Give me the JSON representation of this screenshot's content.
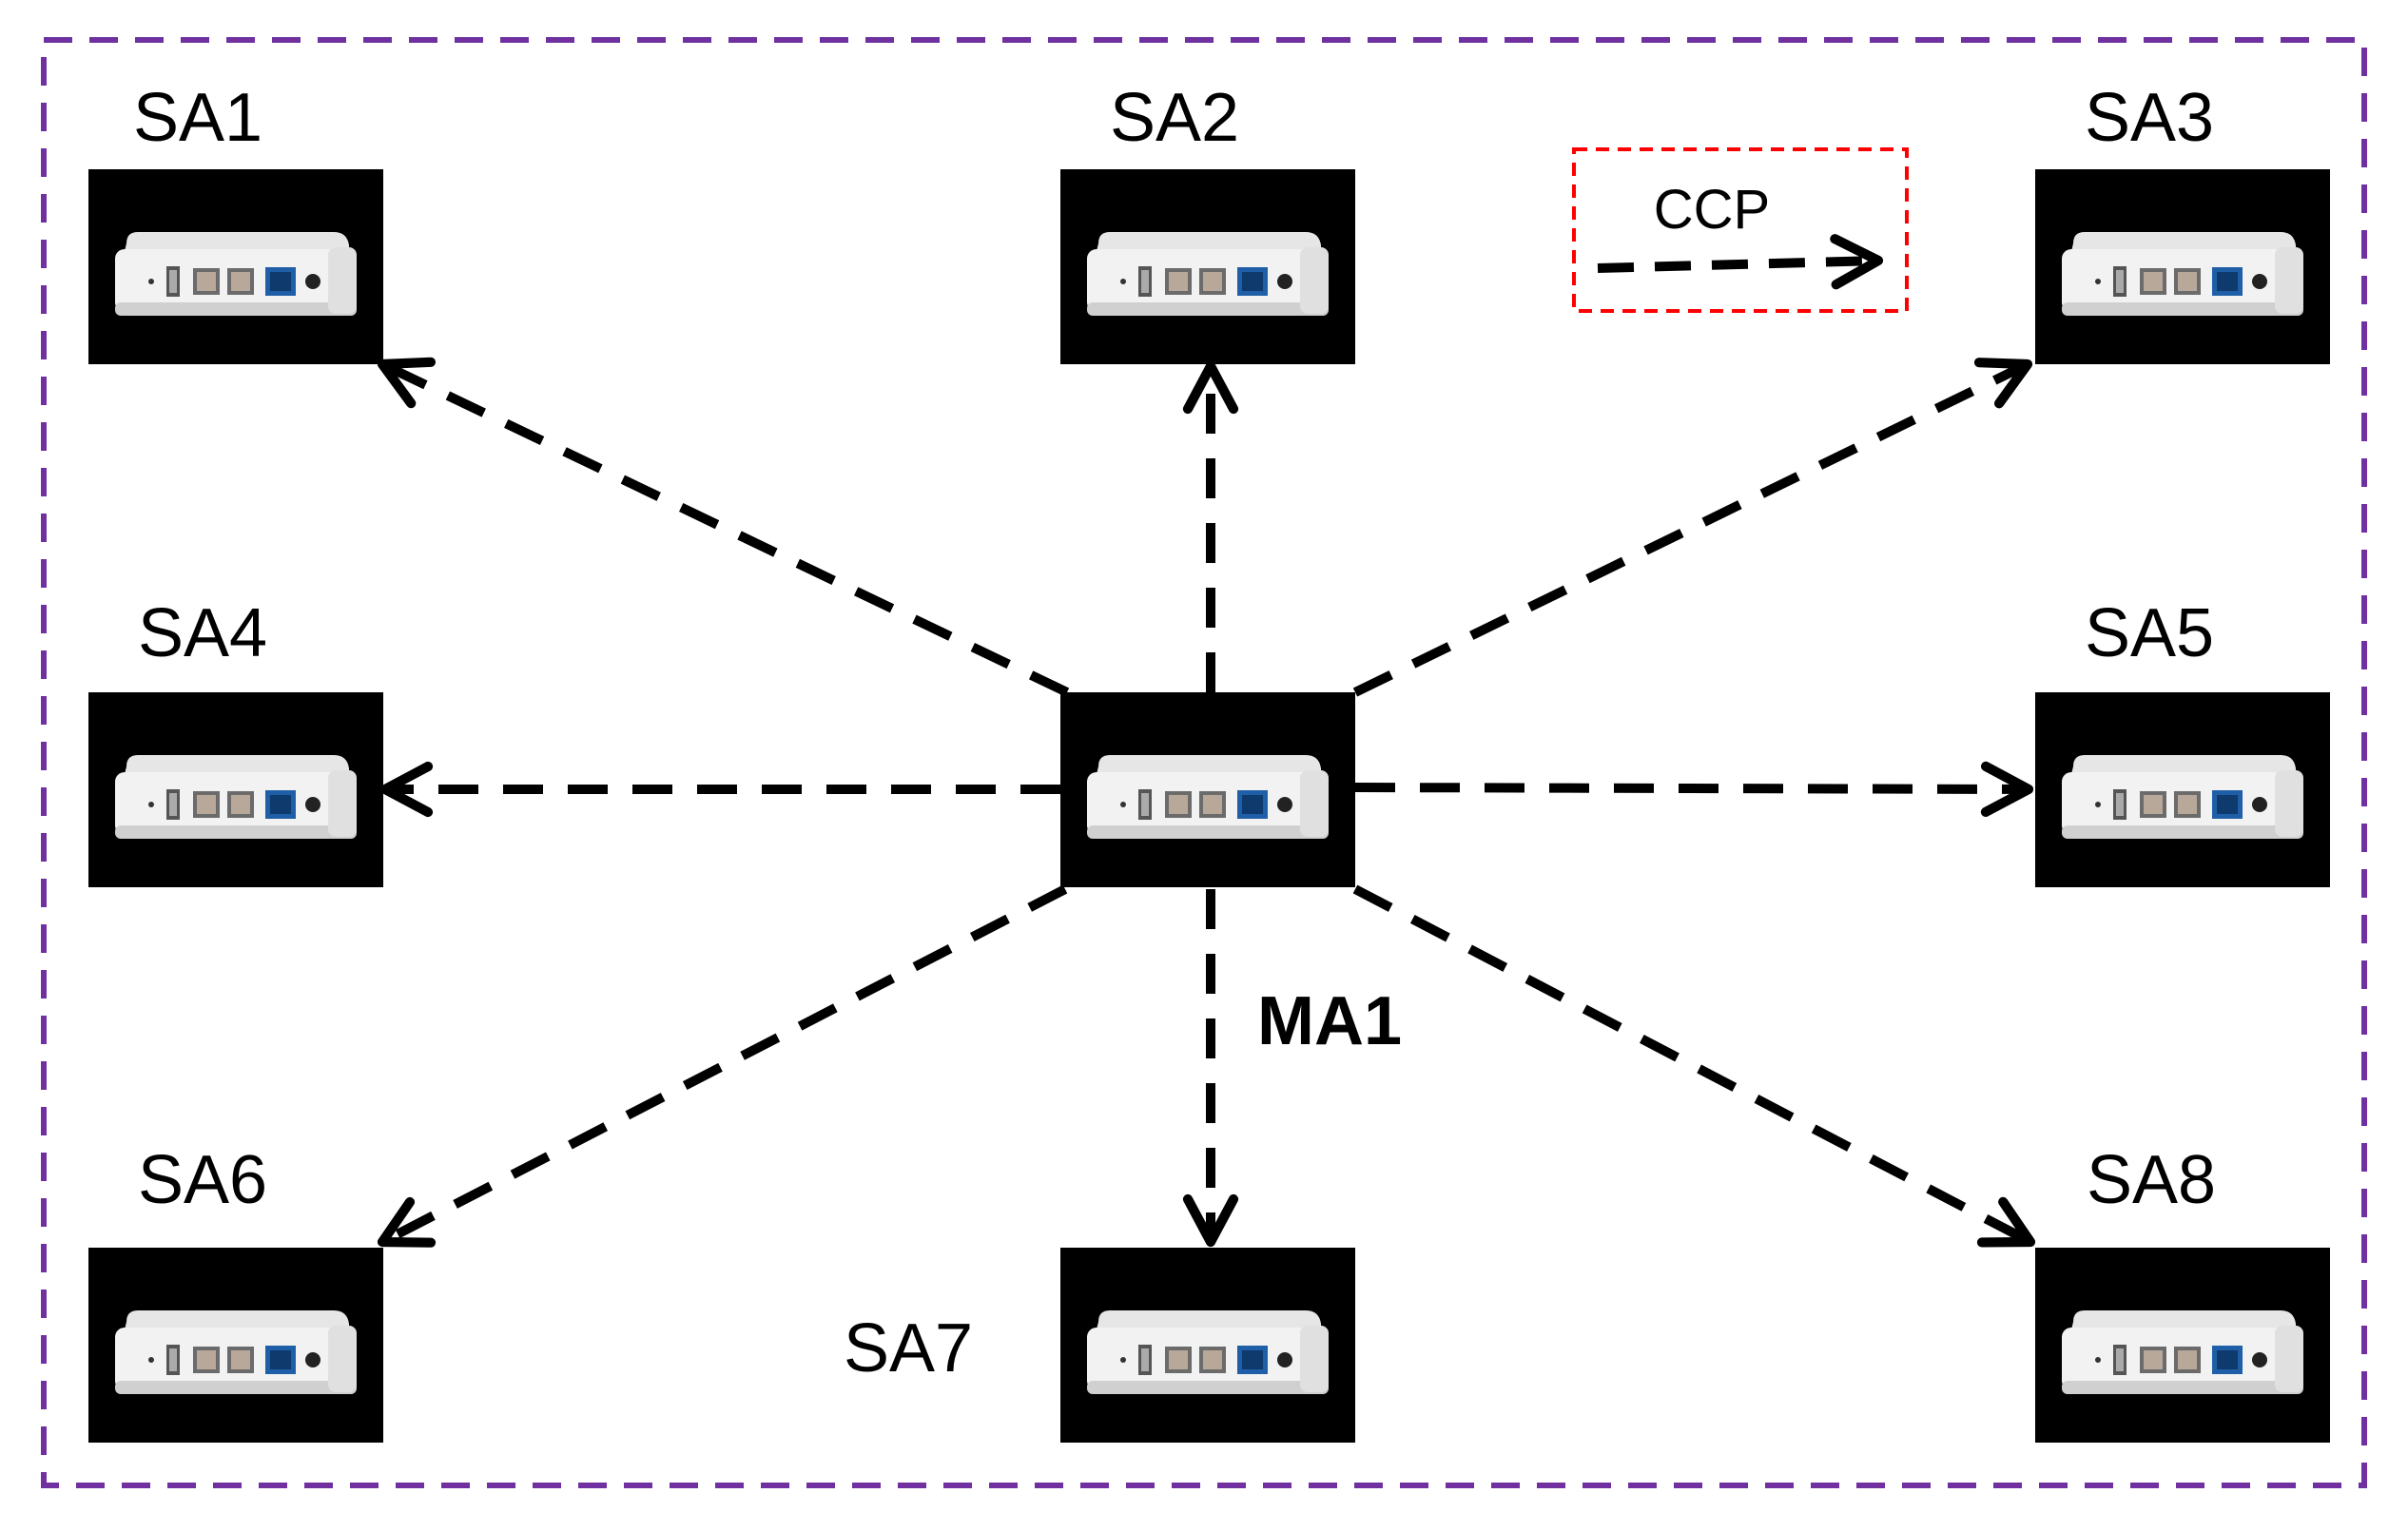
{
  "colors": {
    "outer_border": "#7030a0",
    "legend_border": "#ff0000",
    "arrow": "#000000",
    "device_bg": "#000000",
    "device_body": "#f2f2f2",
    "port_blue": "#1f5fa8"
  },
  "legend": {
    "label": "CCP",
    "icon": "dashed-arrow-icon"
  },
  "master": {
    "id": "ma1",
    "label": "MA1",
    "icon": "router-icon"
  },
  "slaves": [
    {
      "id": "sa1",
      "label": "SA1",
      "icon": "router-icon"
    },
    {
      "id": "sa2",
      "label": "SA2",
      "icon": "router-icon"
    },
    {
      "id": "sa3",
      "label": "SA3",
      "icon": "router-icon"
    },
    {
      "id": "sa4",
      "label": "SA4",
      "icon": "router-icon"
    },
    {
      "id": "sa5",
      "label": "SA5",
      "icon": "router-icon"
    },
    {
      "id": "sa6",
      "label": "SA6",
      "icon": "router-icon"
    },
    {
      "id": "sa7",
      "label": "SA7",
      "icon": "router-icon"
    },
    {
      "id": "sa8",
      "label": "SA8",
      "icon": "router-icon"
    }
  ],
  "connections": [
    {
      "from": "ma1",
      "to": "sa1"
    },
    {
      "from": "ma1",
      "to": "sa2"
    },
    {
      "from": "ma1",
      "to": "sa3"
    },
    {
      "from": "ma1",
      "to": "sa4"
    },
    {
      "from": "ma1",
      "to": "sa5"
    },
    {
      "from": "ma1",
      "to": "sa6"
    },
    {
      "from": "ma1",
      "to": "sa7"
    },
    {
      "from": "ma1",
      "to": "sa8"
    }
  ]
}
